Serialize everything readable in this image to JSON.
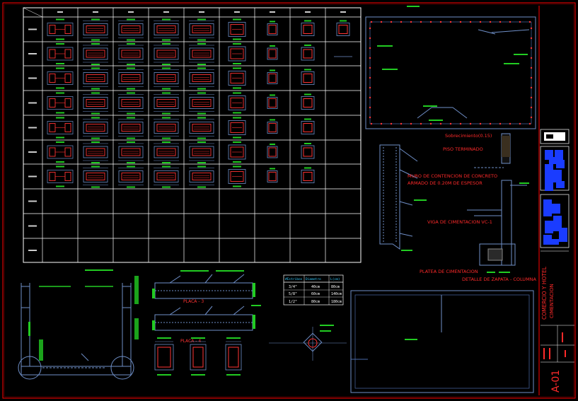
{
  "colors": {
    "background": "#000000",
    "frame": "#ff0000",
    "grid": "#ffffff",
    "detail": "#6f8fc8",
    "green_text": "#22cc22",
    "red_text": "#ff2a2a",
    "rebar": "#ff3333",
    "accent_blue": "#1a3cff",
    "table_header": "#33ccff"
  },
  "annotations": {
    "sobrecimiento": "Sobrecimiento(0.15)",
    "piso": "PISO TERMINADO",
    "muro_1": "MURO DE CONTENCION DE CONCRETO",
    "muro_2": "ARMADO DE 0.20M DE ESPESOR",
    "viga": "VIGA DE CIMENTACION VC-1",
    "platea": "PLATEA DE CIMENTACION",
    "detalle": "DETALLE DE ZAPATA - COLUMNA"
  },
  "plates": {
    "placa3": "PLACA - 3",
    "placa4": "PLACA - 4"
  },
  "rebar_table": {
    "headers": [
      "#Estribos",
      "Diametro",
      "L(cm)"
    ],
    "rows": [
      [
        "3/4\"",
        "40cm",
        "80cm"
      ],
      [
        "5/8\"",
        "60cm",
        "140cm"
      ],
      [
        "1/2\"",
        "80cm",
        "180cm"
      ]
    ]
  },
  "title_block": {
    "project": "COMERCIO Y HOTEL",
    "subtitle": "CIMENTACION",
    "sheet_number": "A-01"
  }
}
